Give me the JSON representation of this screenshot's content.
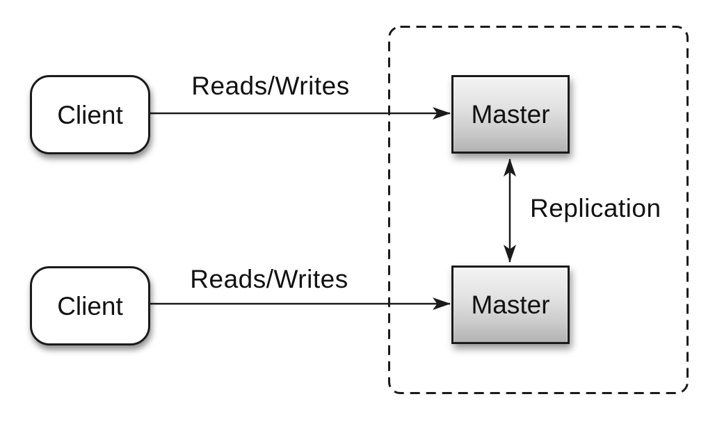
{
  "colors": {
    "background": "#ffffff",
    "stroke": "#1a1a1a",
    "text": "#111111",
    "node_fill": "#ffffff",
    "master_fill_top": "#f3f3f3",
    "master_fill_bottom": "#b2b2b2"
  },
  "nodes": {
    "client_top": {
      "label": "Client"
    },
    "client_bottom": {
      "label": "Client"
    },
    "master_top": {
      "label": "Master"
    },
    "master_bottom": {
      "label": "Master"
    }
  },
  "edges": {
    "reads_writes_top": {
      "label": "Reads/Writes"
    },
    "reads_writes_bottom": {
      "label": "Reads/Writes"
    },
    "replication": {
      "label": "Replication"
    }
  }
}
